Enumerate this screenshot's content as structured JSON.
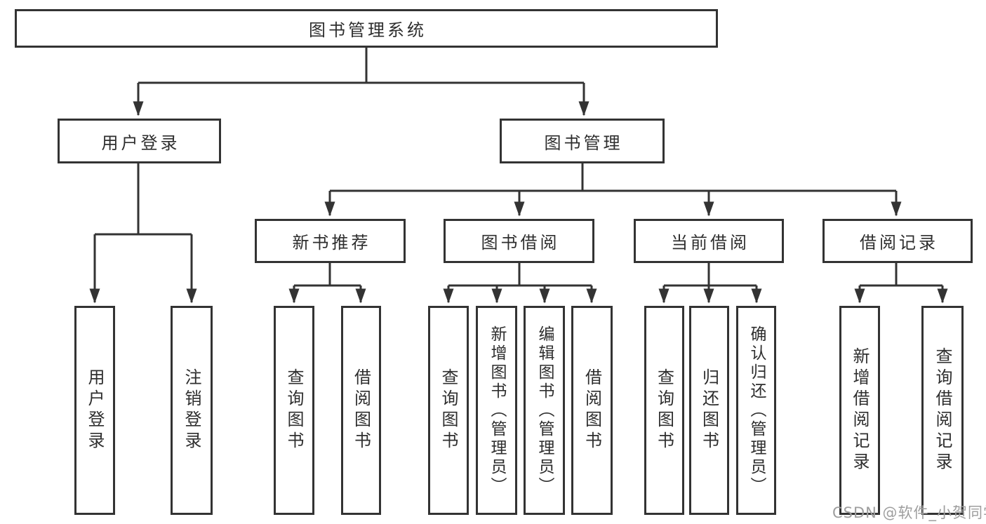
{
  "tree": {
    "root": {
      "label": "图书管理系统",
      "children": [
        {
          "label": "用户登录",
          "children": [
            {
              "label": "用户登录"
            },
            {
              "label": "注销登录"
            }
          ]
        },
        {
          "label": "图书管理",
          "children": [
            {
              "label": "新书推荐",
              "children": [
                {
                  "label": "查询图书"
                },
                {
                  "label": "借阅图书"
                }
              ]
            },
            {
              "label": "图书借阅",
              "children": [
                {
                  "label": "查询图书"
                },
                {
                  "label": "新增图书（管理员）"
                },
                {
                  "label": "编辑图书（管理员）"
                },
                {
                  "label": "借阅图书"
                }
              ]
            },
            {
              "label": "当前借阅",
              "children": [
                {
                  "label": "查询图书"
                },
                {
                  "label": "归还图书"
                },
                {
                  "label": "确认归还（管理员）"
                }
              ]
            },
            {
              "label": "借阅记录",
              "children": [
                {
                  "label": "新增借阅记录"
                },
                {
                  "label": "查询借阅记录"
                }
              ]
            }
          ]
        }
      ]
    }
  },
  "watermark": {
    "text": "CSDN @软件_小贺同学",
    "color": "#9e9e9e"
  },
  "colors": {
    "background": "#ffffff",
    "line": "#333333",
    "box_border": "#333333",
    "text": "#2e2e2e"
  }
}
